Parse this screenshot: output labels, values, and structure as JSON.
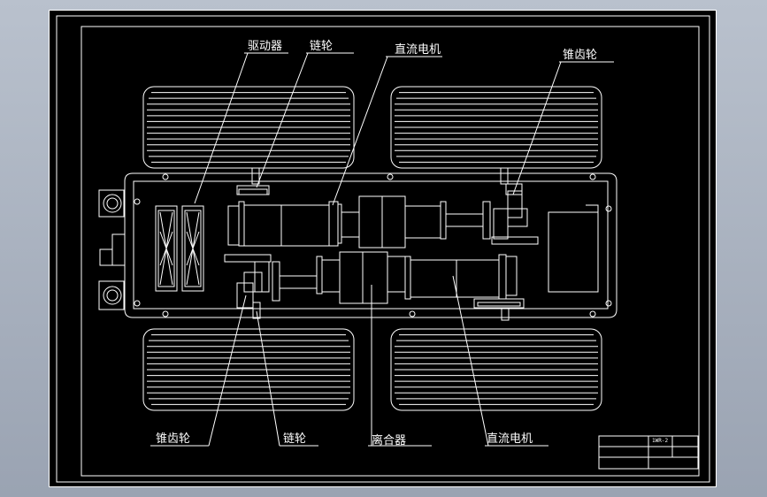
{
  "labels": {
    "driver": "驱动器",
    "sprocket_top": "链轮",
    "dc_motor_top": "直流电机",
    "bevel_gear_top": "锥齿轮",
    "bevel_gear_bottom": "锥齿轮",
    "sprocket_bottom": "链轮",
    "clutch": "离合器",
    "dc_motor_bottom": "直流电机"
  },
  "title_block": {
    "drawing_no": "1WR-2"
  },
  "colors": {
    "background": "#000000",
    "line": "#ffffff",
    "window": "#a7afbd"
  }
}
